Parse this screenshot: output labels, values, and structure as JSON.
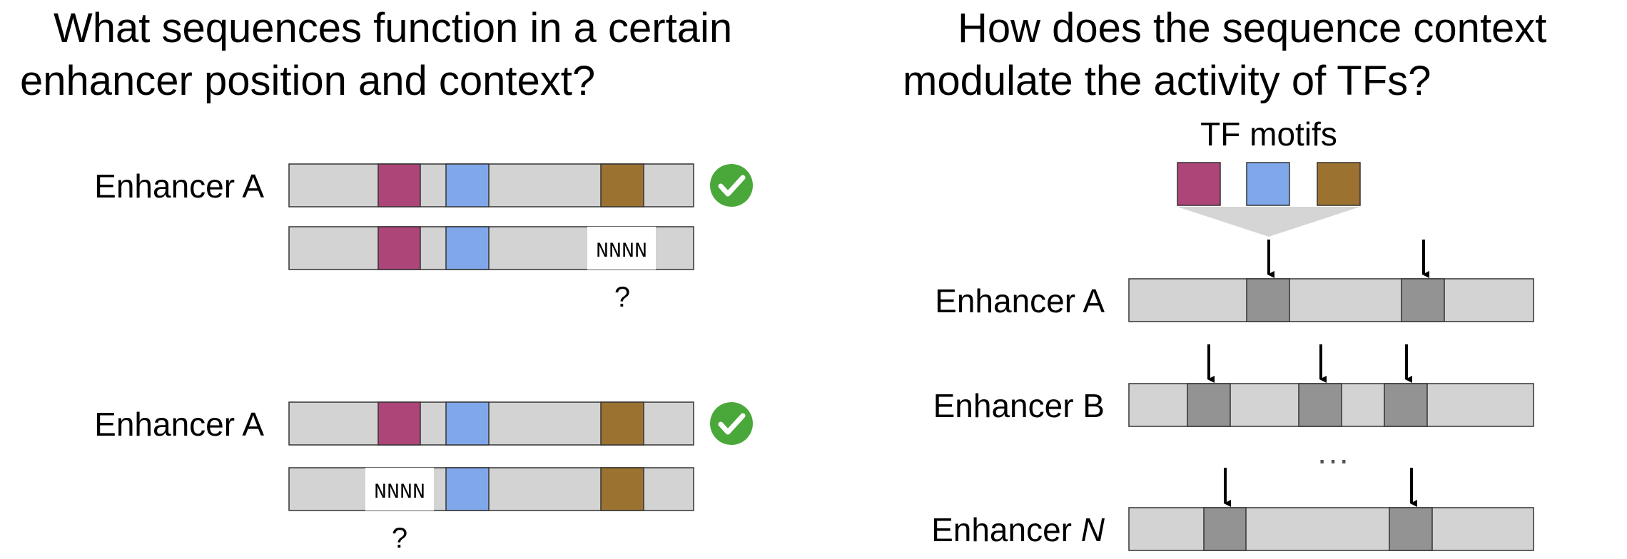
{
  "left": {
    "title_line1": "What sequences function in a certain",
    "title_line2": "enhancer position and context?",
    "rows": [
      {
        "label": "Enhancer A",
        "check": true,
        "segments": [
          "motif1",
          "motif2",
          "motif3"
        ]
      },
      {
        "label": "",
        "check": false,
        "segments": [
          "motif1",
          "motif2",
          "nnnn"
        ],
        "nnnn_text": "NNNN",
        "question": "?"
      },
      {
        "label": "Enhancer A",
        "check": true,
        "segments": [
          "motif1",
          "motif2",
          "motif3"
        ]
      },
      {
        "label": "",
        "check": false,
        "segments": [
          "nnnn",
          "motif2",
          "motif3"
        ],
        "nnnn_text": "NNNN",
        "question": "?"
      }
    ]
  },
  "right": {
    "title_line1": "How does the sequence context",
    "title_line2": "modulate the activity of TFs?",
    "motif_header": "TF motifs",
    "enhancers": [
      {
        "label": "Enhancer A",
        "label_italic": "",
        "sites": 2
      },
      {
        "label": "Enhancer B",
        "label_italic": "",
        "sites": 3
      },
      {
        "label": "Enhancer ",
        "label_italic": "N",
        "sites": 2
      }
    ],
    "ellipsis": "···"
  },
  "colors": {
    "bar": "#d3d3d3",
    "motif1": "#ad4579",
    "motif2": "#7fa7ea",
    "motif3": "#9c7231",
    "site": "#939393",
    "check": "#4aa83a",
    "funnel": "#d5d5d5"
  },
  "icons": [
    "check-circle-icon",
    "down-arrow-icon"
  ]
}
